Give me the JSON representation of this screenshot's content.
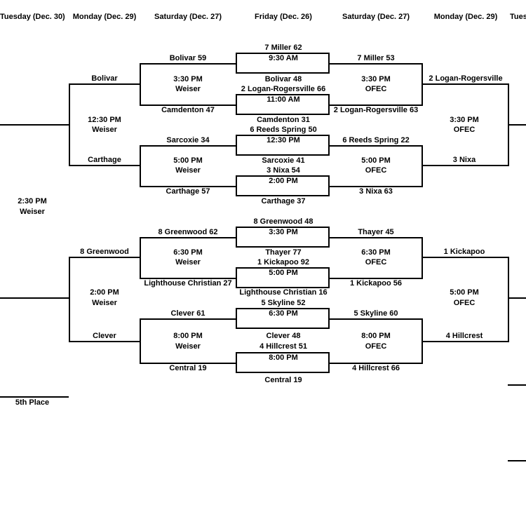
{
  "headers": {
    "tue_left": "Tuesday (Dec. 30)",
    "mon_left": "Monday (Dec. 29)",
    "sat_left": "Saturday (Dec. 27)",
    "fri": "Friday (Dec. 26)",
    "sat_right": "Saturday (Dec. 27)",
    "mon_right": "Monday (Dec. 29)",
    "tue_right": "Tues"
  },
  "friday_games": [
    {
      "top": "7 Miller 62",
      "time": "9:30 AM",
      "bottom": "Bolivar 48"
    },
    {
      "top": "2 Logan-Rogersville 66",
      "time": "11:00 AM",
      "bottom": "Camdenton 31"
    },
    {
      "top": "6 Reeds Spring 50",
      "time": "12:30 PM",
      "bottom": "Sarcoxie 41"
    },
    {
      "top": "3 Nixa 54",
      "time": "2:00 PM",
      "bottom": "Carthage 37"
    },
    {
      "top": "8 Greenwood 48",
      "time": "3:30 PM",
      "bottom": "Thayer 77"
    },
    {
      "top": "1 Kickapoo 92",
      "time": "5:00 PM",
      "bottom": "Lighthouse Christian 16"
    },
    {
      "top": "5 Skyline 52",
      "time": "6:30 PM",
      "bottom": "Clever 48"
    },
    {
      "top": "4 Hillcrest 51",
      "time": "8:00 PM",
      "bottom": "Central 19"
    }
  ],
  "sat_left_games": [
    {
      "top": "Bolivar 59",
      "time": "3:30 PM",
      "venue": "Weiser",
      "bottom": "Camdenton 47"
    },
    {
      "top": "Sarcoxie 34",
      "time": "5:00 PM",
      "venue": "Weiser",
      "bottom": "Carthage 57"
    },
    {
      "top": "8 Greenwood 62",
      "time": "6:30 PM",
      "venue": "Weiser",
      "bottom": "Lighthouse Christian 27"
    },
    {
      "top": "Clever 61",
      "time": "8:00 PM",
      "venue": "Weiser",
      "bottom": "Central 19"
    }
  ],
  "sat_right_games": [
    {
      "top": "7 Miller 53",
      "time": "3:30 PM",
      "venue": "OFEC",
      "bottom": "2 Logan-Rogersville 63"
    },
    {
      "top": "6 Reeds Spring 22",
      "time": "5:00 PM",
      "venue": "OFEC",
      "bottom": "3 Nixa 63"
    },
    {
      "top": "Thayer 45",
      "time": "6:30 PM",
      "venue": "OFEC",
      "bottom": "1 Kickapoo 56"
    },
    {
      "top": "5 Skyline 60",
      "time": "8:00 PM",
      "venue": "OFEC",
      "bottom": "4 Hillcrest 66"
    }
  ],
  "mon_left_games": [
    {
      "top": "Bolivar",
      "time": "12:30 PM",
      "venue": "Weiser",
      "bottom": "Carthage"
    },
    {
      "top": "8 Greenwood",
      "time": "2:00 PM",
      "venue": "Weiser",
      "bottom": "Clever"
    }
  ],
  "mon_right_games": [
    {
      "top": "2 Logan-Rogersville",
      "time": "3:30 PM",
      "venue": "OFEC",
      "bottom": "3 Nixa"
    },
    {
      "top": "1 Kickapoo",
      "time": "5:00 PM",
      "venue": "OFEC",
      "bottom": "4 Hillcrest"
    }
  ],
  "tue_left_game": {
    "time": "2:30 PM",
    "venue": "Weiser"
  },
  "fifth_place": "5th Place"
}
